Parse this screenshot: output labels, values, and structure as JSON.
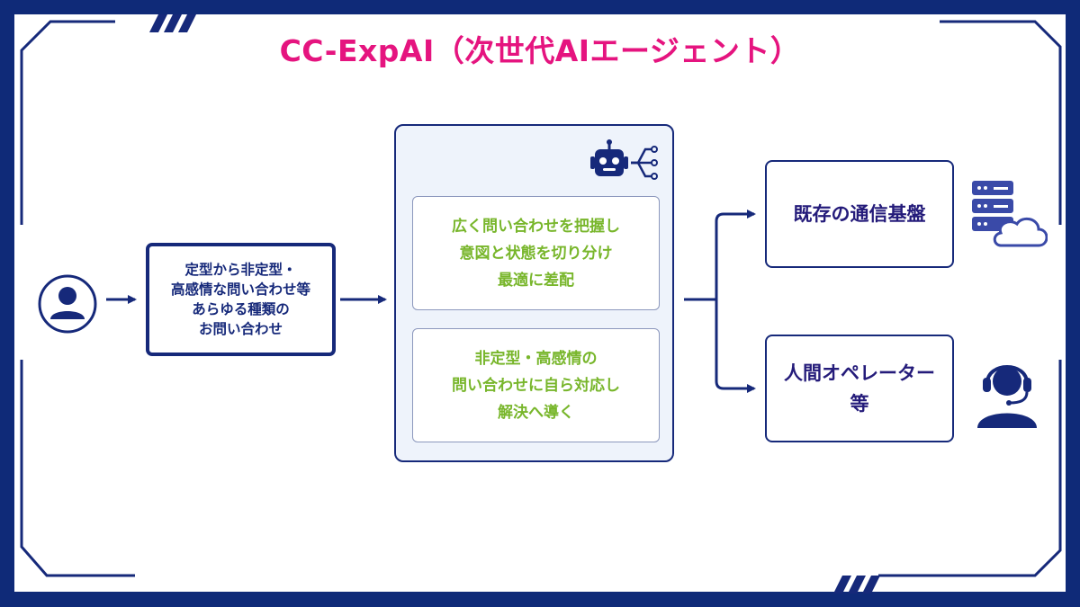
{
  "title": "CC-ExpAI（次世代AIエージェント）",
  "input": {
    "label": "定型から非定型・\n高感情な問い合わせ等\nあらゆる種類の\nお問い合わせ",
    "icon": "user-icon"
  },
  "ai": {
    "icon": "robot-network-icon",
    "block1": "広く問い合わせを把握し\n意図と状態を切り分け\n最適に差配",
    "block2": "非定型・高感情の\n問い合わせに自ら対応し\n解決へ導く"
  },
  "outputs": [
    {
      "label": "既存の通信基盤",
      "icon": "server-cloud-icon"
    },
    {
      "label": "人間オペレーター\n等",
      "icon": "operator-headset-icon"
    }
  ],
  "colors": {
    "navy": "#16297a",
    "title_magenta": "#e5147f",
    "ai_green": "#78b62b",
    "panel_bg": "#eef3fb",
    "output_text": "#241b7a",
    "icon_blue": "#3a4aa8"
  }
}
